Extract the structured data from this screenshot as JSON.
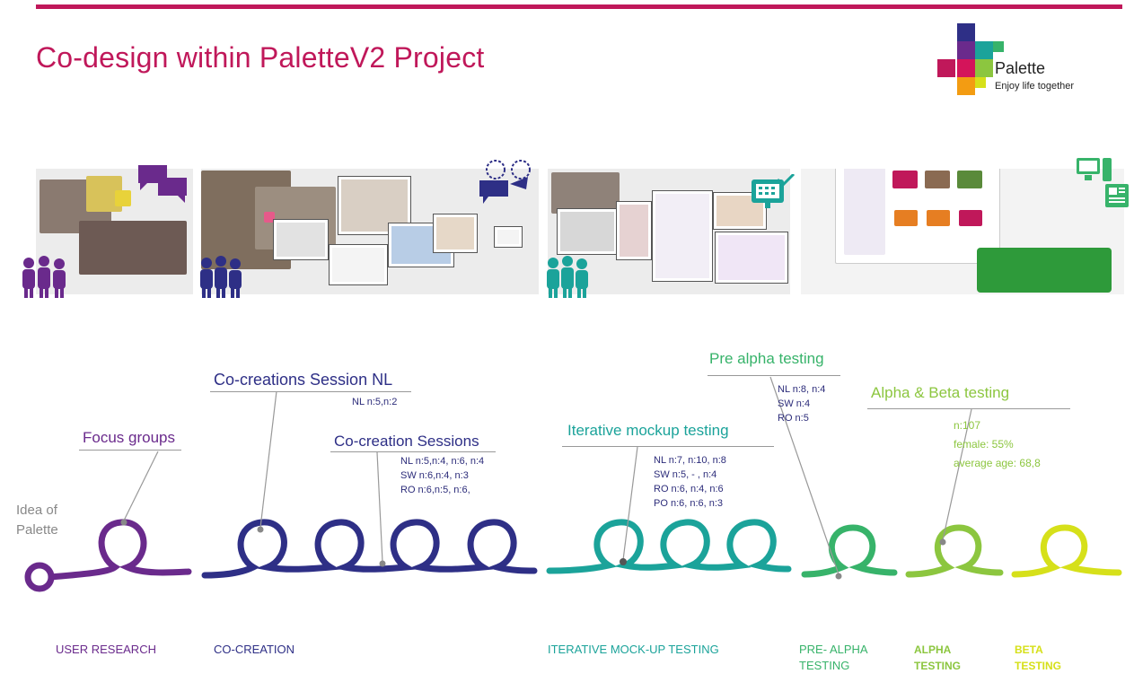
{
  "title": "Co-design within PaletteV2 Project",
  "logo": {
    "name": "Palette",
    "tagline": "Enjoy life together"
  },
  "colors": {
    "accent": "#c0185a",
    "user_research": "#6a2a8c",
    "co_creation": "#2e2f86",
    "mockup": "#1ba39a",
    "pre_alpha": "#37b36a",
    "alpha": "#8cc63f",
    "beta": "#d6e01a"
  },
  "icons": [
    "people-group-icon",
    "chat-bubbles-icon",
    "thought-bubble-icon",
    "tablet-check-icon",
    "computer-icon",
    "newspaper-icon"
  ],
  "annotations": {
    "idea": "Idea of Palette",
    "focus_groups": "Focus groups",
    "co_creations_nl": {
      "label": "Co-creations Session NL",
      "details": [
        "NL n:5,n:2"
      ]
    },
    "co_creation_sessions": {
      "label": "Co-creation Sessions",
      "details": [
        "NL n:5,n:4, n:6, n:4",
        "SW n:6,n:4, n:3",
        "RO n:6,n:5, n:6,"
      ]
    },
    "iterative": {
      "label": "Iterative mockup testing",
      "details": [
        "NL n:7, n:10, n:8",
        "SW n:5, - , n:4",
        "RO n:6, n:4, n:6",
        "PO n:6, n:6, n:3"
      ]
    },
    "pre_alpha": {
      "label": "Pre alpha testing",
      "details": [
        "NL n:8, n:4",
        "SW n:4",
        "RO n:5"
      ]
    },
    "alpha_beta": {
      "label": "Alpha & Beta testing",
      "details": [
        "n:107",
        "female: 55%",
        "average age: 68,8"
      ]
    }
  },
  "stages": {
    "user_research": "USER RESEARCH",
    "co_creation": "CO-CREATION",
    "mockup": "ITERATIVE MOCK-UP TESTING",
    "pre_alpha": [
      "PRE- ALPHA",
      "TESTING"
    ],
    "alpha": [
      "ALPHA",
      "TESTING"
    ],
    "beta": [
      "BETA",
      "TESTING"
    ]
  }
}
